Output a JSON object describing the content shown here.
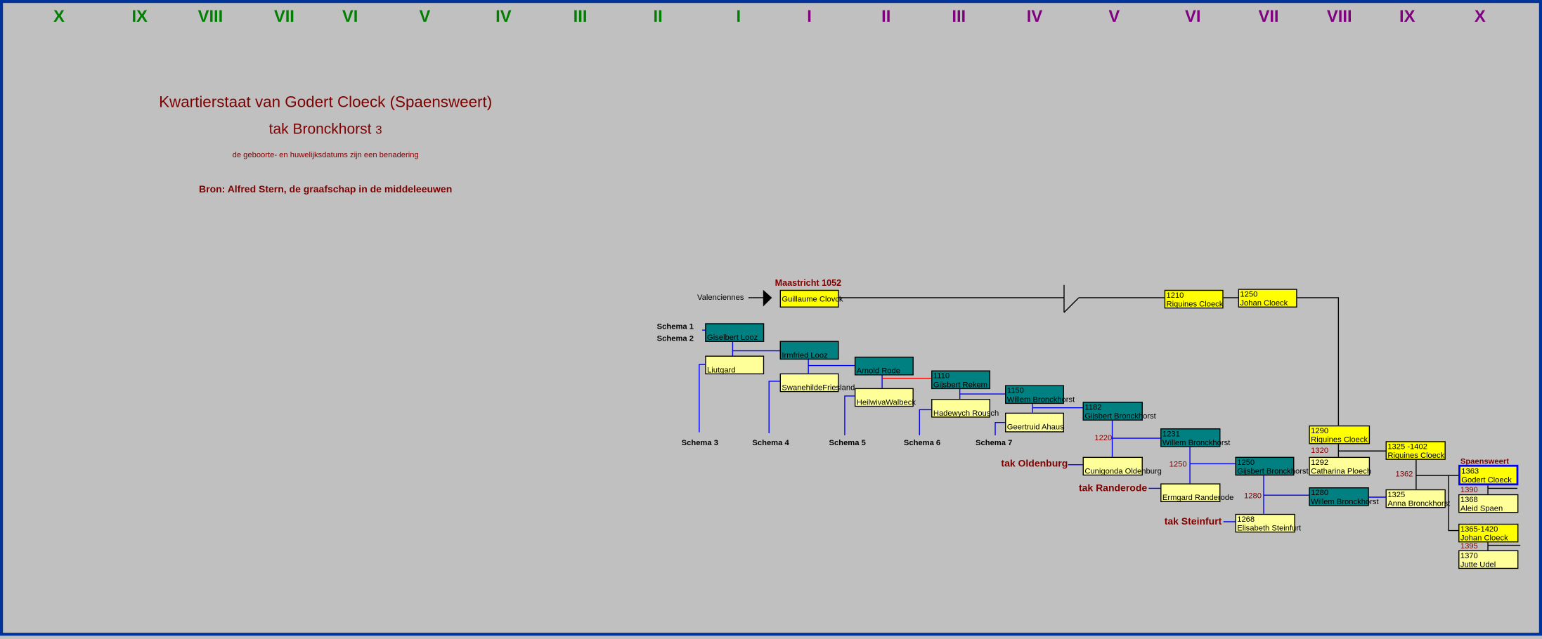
{
  "numerals_left": [
    "X",
    "IX",
    "VIII",
    "VII",
    "VI",
    "V",
    "IV",
    "III",
    "II",
    "I"
  ],
  "numerals_right": [
    "I",
    "II",
    "III",
    "IV",
    "V",
    "VI",
    "VII",
    "VIII",
    "IX",
    "X"
  ],
  "header": {
    "title": "Kwartierstaat van Godert Cloeck (Spaensweert)",
    "subtitle": "tak Bronckhorst",
    "subtitle_num": "3",
    "note": "de geboorte- en huwelijksdatums zijn een benadering",
    "source": "Bron:  Alfred Stern, de graafschap in de middeleeuwen"
  },
  "labels": {
    "valenciennes": "Valenciennes",
    "maastricht": "Maastricht 1052",
    "spaensweert": "Spaensweert",
    "schema1": "Schema 1",
    "schema2": "Schema 2",
    "schema3": "Schema 3",
    "schema4": "Schema 4",
    "schema5": "Schema 5",
    "schema6": "Schema 6",
    "schema7": "Schema  7",
    "tak_oldenburg": "tak Oldenburg",
    "tak_randerode": "tak Randerode",
    "tak_steinfurt": "tak Steinfurt"
  },
  "marriage_years": {
    "y1220": "1220",
    "y1250": "1250",
    "y1280": "1280",
    "y1320": "1320",
    "y1362": "1362",
    "y1390": "1390",
    "y1395": "1395"
  },
  "people": {
    "guillaume": {
      "year": "",
      "name": "Guillaume Clovck"
    },
    "riquines1210": {
      "year": "1210",
      "name": "Riquines Cloeck"
    },
    "johan1250": {
      "year": "1250",
      "name": "Johan Cloeck"
    },
    "giselbert": {
      "year": "",
      "name": "Giselbert Looz"
    },
    "liutgard": {
      "year": "",
      "name": "Liutgard"
    },
    "irmfried": {
      "year": "",
      "name": "Irmfried Looz"
    },
    "swanehilde": {
      "year": "",
      "name": "SwanehildeFriesland"
    },
    "arnold": {
      "year": "",
      "name": "Arnold Rode"
    },
    "heilwiva": {
      "year": "",
      "name": "HeilwivaWalbeck"
    },
    "gijsbert1110": {
      "year": "1110",
      "name": "Gijsbert Rekem"
    },
    "hadewych": {
      "year": "",
      "name": "Hadewych Rousch"
    },
    "willem1150": {
      "year": "1150",
      "name": "Willem Bronckhorst"
    },
    "geertruid": {
      "year": "",
      "name": "Geertruid Ahaus"
    },
    "gijsbert1182": {
      "year": "1182",
      "name": "Gijsbert Bronckhorst"
    },
    "cunigonda": {
      "year": "",
      "name": "Cunigonda Oldenburg"
    },
    "willem1231": {
      "year": "1231",
      "name": "Willem Bronckhorst"
    },
    "ermgard": {
      "year": "",
      "name": "Ermgard Randerode"
    },
    "gijsbert1250": {
      "year": "1250",
      "name": "Gijsbert Bronckhorst"
    },
    "elisabeth": {
      "year": "1268",
      "name": "Elisabeth Steinfurt"
    },
    "willem1280": {
      "year": "1280",
      "name": "Willem Bronckhorst"
    },
    "riquines1290": {
      "year": "1290",
      "name": "Riquines Cloeck"
    },
    "catharina": {
      "year": "1292",
      "name": "Catharina Ploech"
    },
    "riquines1325": {
      "year": "1325 -1402",
      "name": "Riquines Cloeck"
    },
    "anna": {
      "year": "1325",
      "name": "Anna Bronckhorst"
    },
    "godert": {
      "year": "1363",
      "name": "Godert Cloeck"
    },
    "aleid": {
      "year": "1368",
      "name": "Aleid Spaen"
    },
    "johan1365": {
      "year": "1365-1420",
      "name": "Johan Cloeck"
    },
    "jutte": {
      "year": "1370",
      "name": "Jutte Udel"
    }
  }
}
